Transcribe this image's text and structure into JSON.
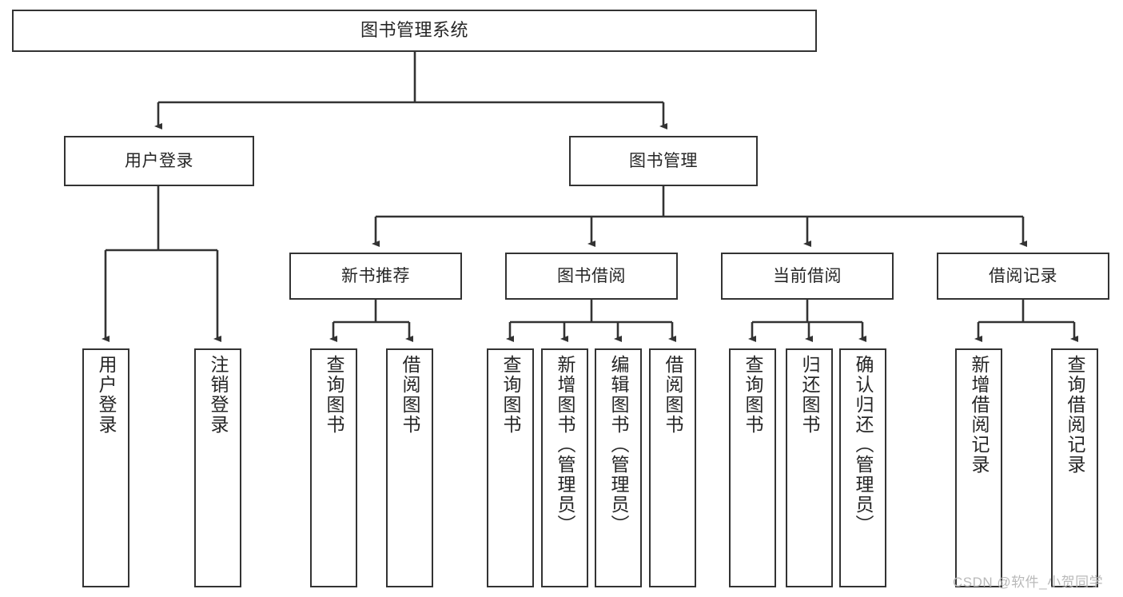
{
  "diagram": {
    "title": "图书管理系统",
    "type": "functional-structure-tree",
    "watermark": "CSDN @软件_小贺同学",
    "colors": {
      "box_border": "#333333",
      "box_fill": "#ffffff",
      "connector": "#333333",
      "text": "#262626",
      "watermark": "#b9b9b9",
      "background": "#ffffff"
    },
    "levels": {
      "root": {
        "label": "图书管理系统"
      },
      "level2": [
        {
          "label": "用户登录"
        },
        {
          "label": "图书管理"
        }
      ],
      "level3": [
        {
          "label": "新书推荐"
        },
        {
          "label": "图书借阅"
        },
        {
          "label": "当前借阅"
        },
        {
          "label": "借阅记录"
        }
      ],
      "leaves": {
        "user_login": [
          {
            "label": "用户登录"
          },
          {
            "label": "注销登录"
          }
        ],
        "new_book_recommend": [
          {
            "label": "查询图书"
          },
          {
            "label": "借阅图书"
          }
        ],
        "book_borrow": [
          {
            "label": "查询图书"
          },
          {
            "label": "新增图书（管理员）"
          },
          {
            "label": "编辑图书（管理员）"
          },
          {
            "label": "借阅图书"
          }
        ],
        "current_borrow": [
          {
            "label": "查询图书"
          },
          {
            "label": "归还图书"
          },
          {
            "label": "确认归还（管理员）"
          }
        ],
        "borrow_record": [
          {
            "label": "新增借阅记录"
          },
          {
            "label": "查询借阅记录"
          }
        ]
      }
    }
  }
}
